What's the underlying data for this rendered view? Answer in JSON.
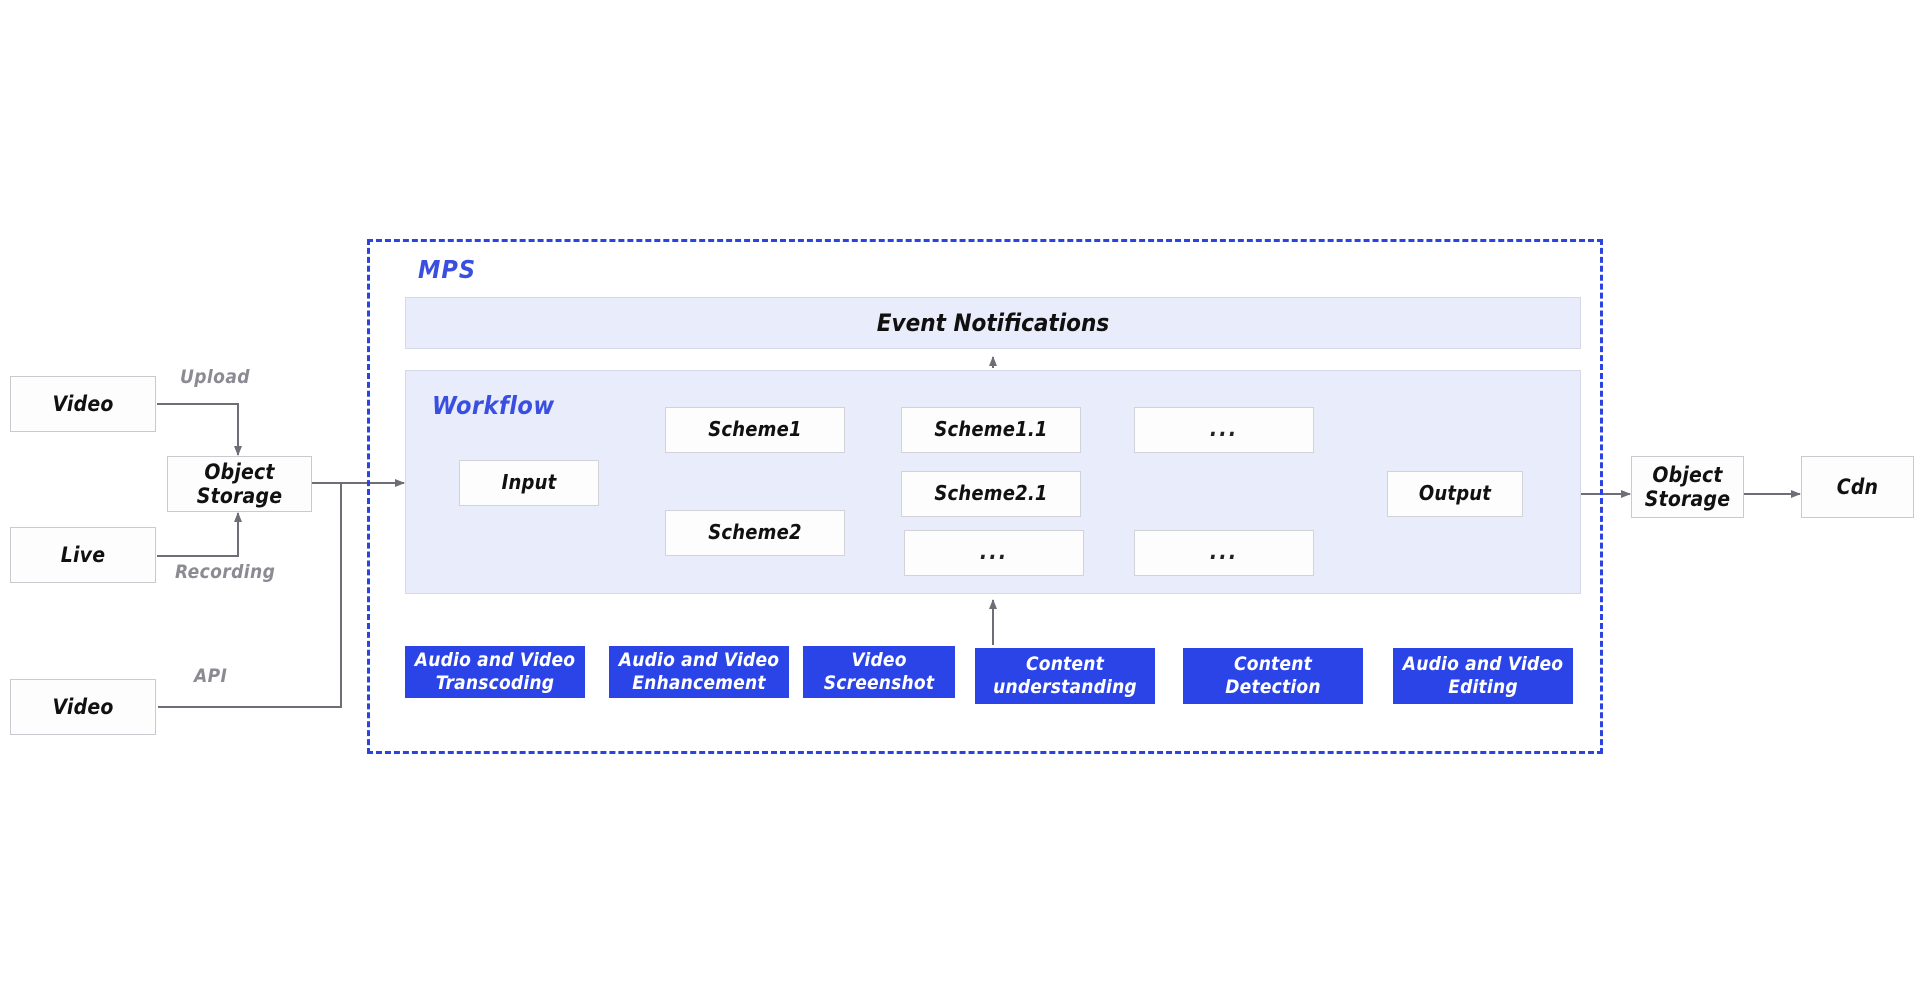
{
  "diagram": {
    "title": "MPS",
    "workflow_title": "Workflow",
    "event_panel_label": "Event Notifications"
  },
  "colors": {
    "accent_blue": "#2b44e8",
    "title_blue": "#3a4fe0",
    "panel_fill": "#e8ecfb",
    "node_fill": "#fdfdfd",
    "node_border": "#c9c9cf",
    "wire": "#6e6e76",
    "edge_label": "#8b8b93"
  },
  "sources": [
    {
      "id": "video-upload",
      "label": "Video"
    },
    {
      "id": "live",
      "label": "Live"
    },
    {
      "id": "video-api",
      "label": "Video"
    }
  ],
  "edge_labels": [
    {
      "id": "upload",
      "label": "Upload"
    },
    {
      "id": "recording",
      "label": "Recording"
    },
    {
      "id": "api",
      "label": "API"
    }
  ],
  "ingest": {
    "label": "Object\nStorage"
  },
  "egress": {
    "object_storage": {
      "label": "Object\nStorage"
    },
    "cdn": {
      "label": "Cdn"
    }
  },
  "workflow_nodes": [
    {
      "id": "input",
      "label": "Input"
    },
    {
      "id": "scheme1",
      "label": "Scheme1"
    },
    {
      "id": "scheme1-1",
      "label": "Scheme1.1"
    },
    {
      "id": "scheme1-x",
      "label": "..."
    },
    {
      "id": "scheme2",
      "label": "Scheme2"
    },
    {
      "id": "scheme2-1",
      "label": "Scheme2.1"
    },
    {
      "id": "scheme2-x1",
      "label": "..."
    },
    {
      "id": "scheme2-x2",
      "label": "..."
    },
    {
      "id": "output",
      "label": "Output"
    }
  ],
  "services": [
    {
      "id": "audio-video-transcoding",
      "label": "Audio and Video\nTranscoding"
    },
    {
      "id": "audio-video-enhancement",
      "label": "Audio and Video\nEnhancement"
    },
    {
      "id": "video-screenshot",
      "label": "Video\nScreenshot"
    },
    {
      "id": "content-understanding",
      "label": "Content\nunderstanding"
    },
    {
      "id": "content-detection",
      "label": "Content\nDetection"
    },
    {
      "id": "audio-video-editing",
      "label": "Audio and Video\nEditing"
    }
  ]
}
